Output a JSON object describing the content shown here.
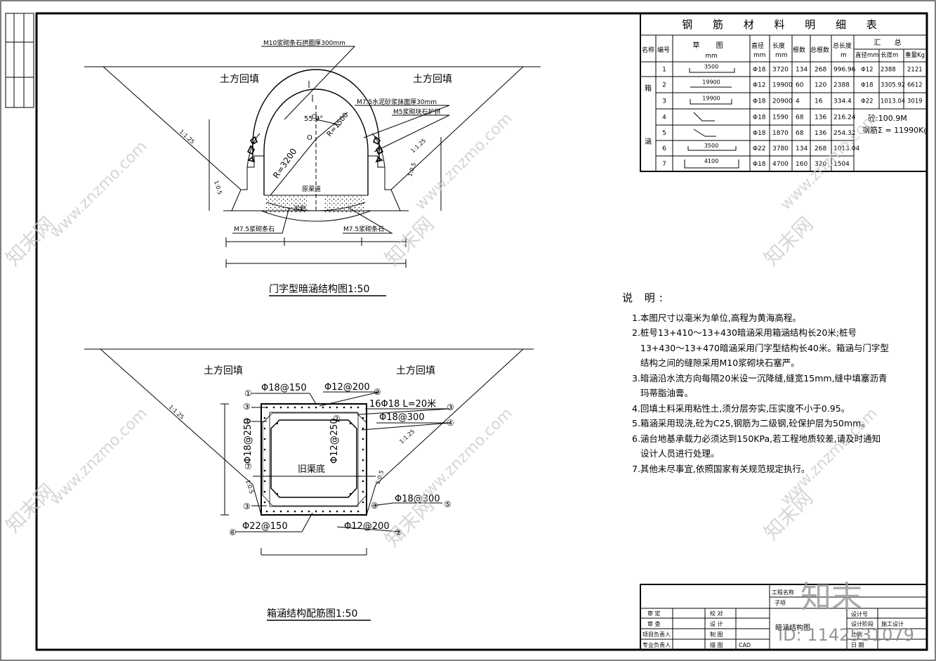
{
  "arch": {
    "title": "门字型暗涵结构图1:50",
    "backfill_left": "土方回填",
    "backfill_right": "土方回填",
    "label_arch": "M10浆砌条石拱圈厚300mm",
    "label_mortar": "M7.5水泥砂浆抹面厚30mm",
    "label_stone": "M5浆砌块石护拱",
    "label_radius": "R=3200",
    "label_r2": "R=1500",
    "label_angle": "55.9°",
    "label_o": "O",
    "label_o2": "O₂",
    "label_channel": "原渠道",
    "label_silt": "淤积",
    "label_base_left": "M7.5浆砌条石",
    "label_base_right": "M7.5浆砌条石",
    "slope_1": "1:1.25",
    "slope_2": "1:0.5",
    "slope_3": "1:1.25",
    "slope_4": "1:0.5"
  },
  "box": {
    "title": "箱涵结构配筋图1:50",
    "backfill_left": "土方回填",
    "backfill_right": "土方回填",
    "r1": "Φ18@150",
    "r2": "Φ12@200",
    "r3": "16Φ18 L=20米",
    "r4": "Φ18@300",
    "r5": "Φ18@250",
    "r6": "Φ12@250",
    "r7": "Φ18@300",
    "r8": "Φ22@150",
    "r9": "Φ12@200",
    "old": "旧渠底",
    "slope_1": "1:1.25",
    "slope_2": "1:0.5",
    "slope_3": "1:1.25",
    "slope_4": "1:0.5",
    "c1": "①",
    "c2": "②",
    "c3": "③",
    "c4": "④",
    "c5": "⑤",
    "c6": "⑥",
    "c7": "⑦"
  },
  "table": {
    "title": "钢 筋 材 料 明 细 表",
    "h_name": "名称",
    "h_no": "编号",
    "h_sketch": "草 图",
    "h_sketch_unit": "mm",
    "h_dia": "直径",
    "h_dia_unit": "mm",
    "h_len": "长度",
    "h_len_unit": "mm",
    "h_count": "根数",
    "h_total_count": "总根数",
    "h_total_len": "总长度",
    "h_total_len_unit": "m",
    "h_summary": "汇 总",
    "h_s_dia": "直径mm",
    "h_s_len": "长度m",
    "h_s_wt": "重量Kg",
    "name_1": "箱",
    "name_2": "涵",
    "rows": [
      {
        "no": "1",
        "sketch": "3500",
        "dia": "Φ18",
        "len": "3720",
        "n": "134",
        "tn": "268",
        "tl": "996.96"
      },
      {
        "no": "2",
        "sketch": "19900",
        "dia": "Φ12",
        "len": "19900",
        "n": "60",
        "tn": "120",
        "tl": "2388"
      },
      {
        "no": "3",
        "sketch": "19900",
        "dia": "Φ18",
        "len": "20900",
        "n": "4",
        "tn": "16",
        "tl": "334.4"
      },
      {
        "no": "4",
        "sketch": "",
        "dia": "Φ18",
        "len": "1590",
        "n": "68",
        "tn": "136",
        "tl": "216.24"
      },
      {
        "no": "5",
        "sketch": "",
        "dia": "Φ18",
        "len": "1870",
        "n": "68",
        "tn": "136",
        "tl": "254.32"
      },
      {
        "no": "6",
        "sketch": "3500",
        "dia": "Φ22",
        "len": "3780",
        "n": "134",
        "tn": "268",
        "tl": "1013.04"
      },
      {
        "no": "7",
        "sketch": "4100",
        "dia": "Φ18",
        "len": "4700",
        "n": "160",
        "tn": "320",
        "tl": "1504"
      }
    ],
    "summary": [
      {
        "dia": "Φ12",
        "len": "2388",
        "wt": "2121"
      },
      {
        "dia": "Φ18",
        "len": "3305.92",
        "wt": "6612"
      },
      {
        "dia": "Φ22",
        "len": "1013.04",
        "wt": "3019"
      }
    ],
    "concrete": "砼:100.9M",
    "steel": "钢筋Σ = 11990Kg"
  },
  "notes": {
    "title": "说 明:",
    "items": [
      "1.本图尺寸以毫米为单位,高程为黄海高程。",
      "2.桩号13+410～13+430暗涵采用箱涵结构长20米;桩号13+430～13+470暗涵采用门字型结构长40米。箱涵与门字型结构之间的缝隙采用M10浆砌块石塞严。",
      "3.暗涵沿水流方向每隔20米设一沉降缝,缝宽15mm,缝中填塞沥青玛蒂脂油膏。",
      "4.回填土料采用粘性土,须分层夯实,压实度不小于0.95。",
      "5.箱涵采用现浇,砼为C25,钢筋为二级钢,砼保护层为50mm。",
      "6.涵台地基承载力必须达到150KPa,若工程地质较差,请及时通知设计人员进行处理。",
      "7.其他未尽事宜,依照国家有关规范规定执行。"
    ]
  },
  "titleblock": {
    "project": "工程名称",
    "sub": "子项",
    "l1": "审 定",
    "l2": "审 查",
    "l3": "项目负责人",
    "l4": "专业负责人",
    "m1": "校 对",
    "m2": "设 计",
    "m3": "制 图",
    "m4": "描 图",
    "cad": "CAD",
    "drawing": "暗涵结构图",
    "design_no": "设计号",
    "phase": "设计阶段",
    "phase_val": "施工设计",
    "scale": "比例",
    "date": "日 期"
  },
  "watermark": {
    "url": "www.znzmo.com",
    "brand": "知末网",
    "logo": "知末",
    "id": "ID: 1142531079"
  }
}
